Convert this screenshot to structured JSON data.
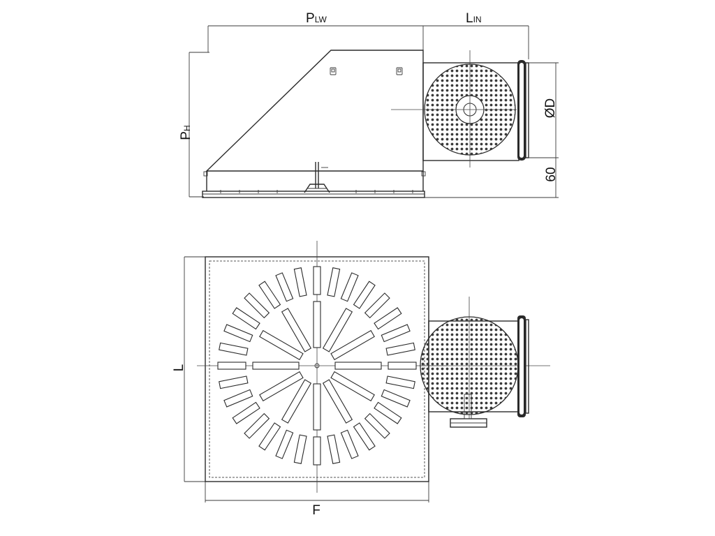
{
  "labels": {
    "plw_main": "P",
    "plw_sub": "LW",
    "lin_main": "L",
    "lin_sub": "IN",
    "ph_main": "P",
    "ph_sub": "H",
    "od": "ØD",
    "sixty": "60",
    "l": "L",
    "f": "F"
  },
  "colors": {
    "line": "#2a2a2a",
    "background": "#ffffff"
  }
}
